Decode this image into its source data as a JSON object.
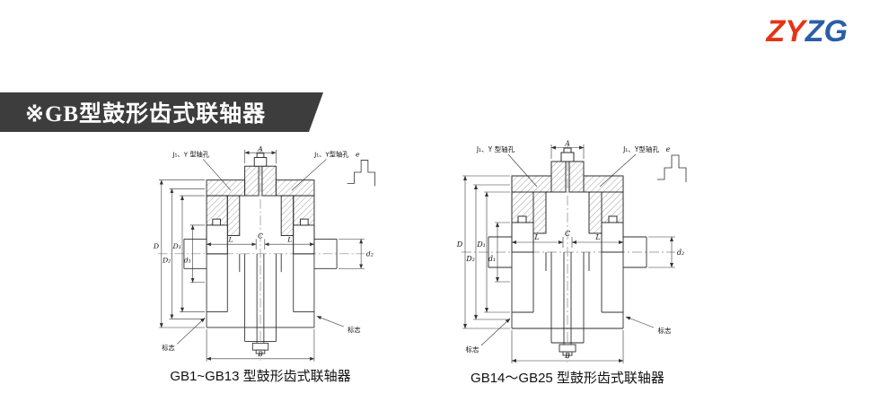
{
  "logo": {
    "zy": "ZY",
    "zg": "ZG"
  },
  "banner": {
    "title": "※GB型鼓形齿式联轴器"
  },
  "drawings": [
    {
      "caption": "GB1~GB13 型鼓形齿式联轴器",
      "labels": {
        "bore_left": "J₁、Y 型轴孔",
        "bore_right": "J₁、Y型轴孔",
        "dim_a": "A",
        "dim_l_left": "L",
        "dim_c": "C",
        "dim_l_right": "L",
        "dim_b": "B",
        "dim_d_outer": "D",
        "dim_d2": "D₂",
        "dim_d1": "D₁",
        "dim_d1_small": "d₁",
        "dim_d2_small": "d₂",
        "dim_e": "e",
        "mark_left": "标志",
        "mark_right": "标志"
      }
    },
    {
      "caption": "GB14～GB25 型鼓形齿式联轴器",
      "labels": {
        "bore_left": "J₁、Y 型轴孔",
        "bore_right": "J₁、Y型轴孔",
        "dim_a": "A",
        "dim_l_left": "L",
        "dim_c": "C",
        "dim_l_right": "L",
        "dim_b": "B",
        "dim_d_outer": "D",
        "dim_d2": "D₂",
        "dim_d1": "D₁",
        "dim_d1_small": "d₁",
        "dim_d2_small": "d₂",
        "dim_e": "e",
        "mark_left": "标志",
        "mark_right": "标志"
      }
    }
  ]
}
